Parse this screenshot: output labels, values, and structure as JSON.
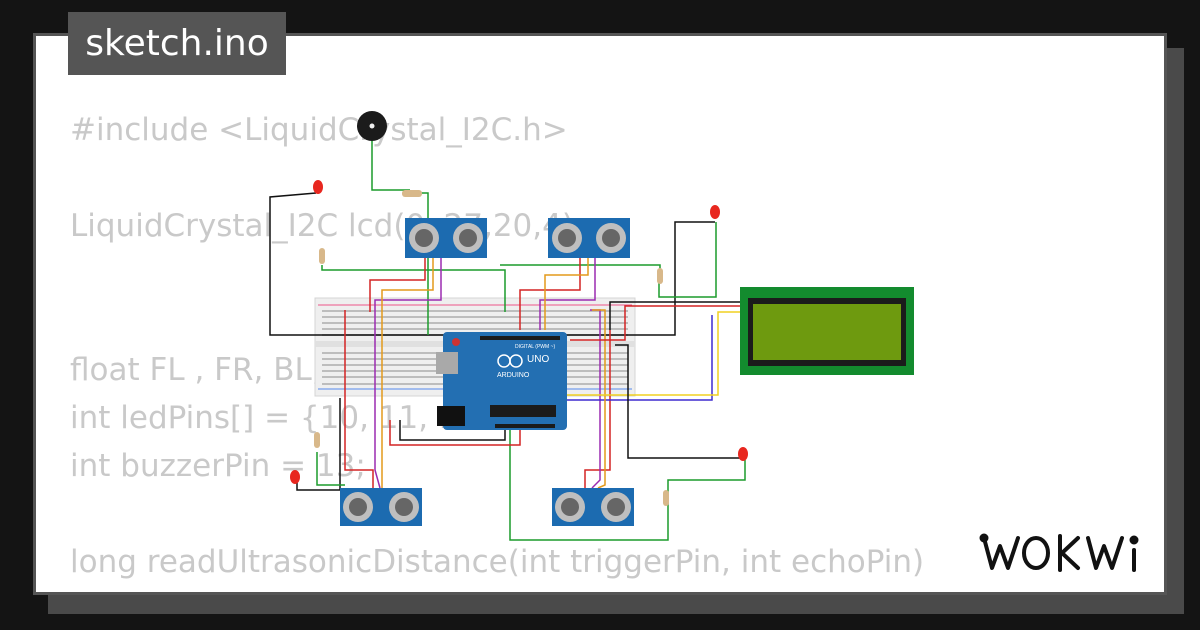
{
  "title": "sketch.ino",
  "code": "#include <LiquidCrystal_I2C.h>\n\nLiquidCrystal_I2C lcd(0x27,20,4);\n\n\nfloat FL , FR, BL,\nint ledPins[] = {10, 11, 12\nint buzzerPin = 13;\n\nlong readUltrasonicDistance(int triggerPin, int echoPin)\n{",
  "logo": "WOKWI",
  "board_labels": {
    "uno": "UNO",
    "arduino": "ARDUINO",
    "digital": "DIGITAL (PWM ~)"
  },
  "colors": {
    "background": "#141414",
    "card": "#ffffff",
    "title_bg": "#555555",
    "code_text": "#c9c9c9",
    "lcd_frame": "#138b2e",
    "lcd_screen": "#6e9a0f",
    "arduino_board": "#236fb2",
    "sensor_board": "#1c6bb0",
    "breadboard": "#efefef"
  }
}
